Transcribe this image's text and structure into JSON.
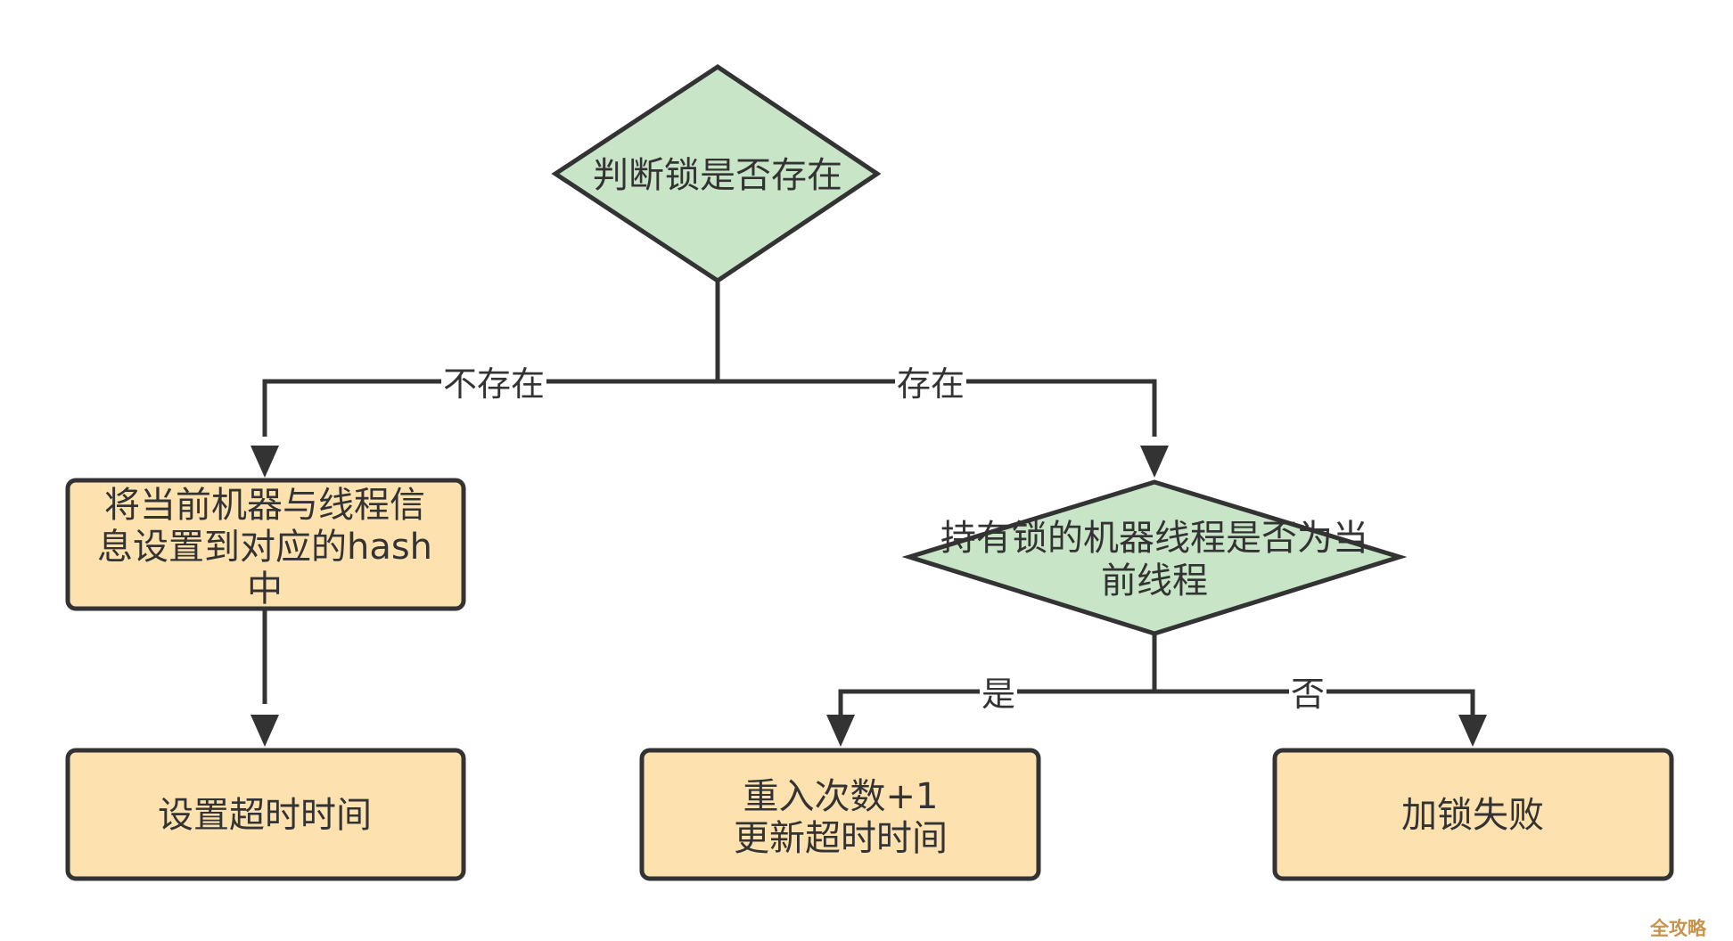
{
  "colors": {
    "decision_fill": "#c9e5c8",
    "process_fill": "#fde2b0",
    "stroke": "#333333",
    "text": "#333333",
    "watermark": "#c8934c"
  },
  "nodes": {
    "check_lock": {
      "lines": [
        "判断锁是否存在"
      ]
    },
    "check_holder": {
      "lines": [
        "持有锁的机器线程是否为当",
        "前线程"
      ]
    },
    "set_hash": {
      "lines": [
        "将当前机器与线程信",
        "息设置到对应的hash",
        "中"
      ]
    },
    "set_timeout": {
      "lines": [
        "设置超时时间"
      ]
    },
    "reentry": {
      "lines": [
        "重入次数+1",
        "更新超时时间"
      ]
    },
    "lock_fail": {
      "lines": [
        "加锁失败"
      ]
    }
  },
  "edges": {
    "not_exists": "不存在",
    "exists": "存在",
    "yes": "是",
    "no": "否"
  },
  "watermark": "全攻略"
}
